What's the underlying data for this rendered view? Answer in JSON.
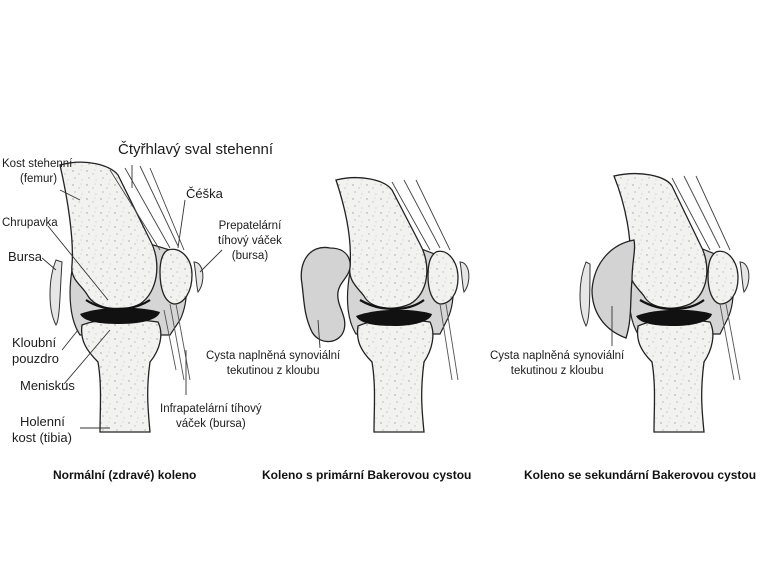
{
  "labels": {
    "quadriceps": "Čtyřhlavý sval stehenní",
    "femur_line1": "Kost stehenní",
    "femur_line2": "(femur)",
    "patella": "Čéška",
    "cartilage": "Chrupavka",
    "prepatellar_line1": "Prepatelární",
    "prepatellar_line2": "tíhový váček",
    "prepatellar_line3": "(bursa)",
    "bursa": "Bursa",
    "capsule_line1": "Kloubní",
    "capsule_line2": "pouzdro",
    "meniscus": "Meniskus",
    "tibia_line1": "Holenní",
    "tibia_line2": "kost (tibia)",
    "infrapatellar_line1": "Infrapatelární tíhový",
    "infrapatellar_line2": "váček (bursa)",
    "cyst1_line1": "Cysta naplněná synoviální",
    "cyst1_line2": "tekutinou z kloubu",
    "cyst2_line1": "Cysta naplněná synoviální",
    "cyst2_line2": "tekutinou z kloubu"
  },
  "captions": {
    "normal": "Normální (zdravé) koleno",
    "primary": "Koleno s primární Bakerovou cystou",
    "secondary": "Koleno se sekundární Bakerovou cystou"
  },
  "colors": {
    "bone": "#f1f1ef",
    "joint_fluid": "#d5d5d5",
    "cyst": "#d3d3d3",
    "cartilage": "#111111",
    "outline": "#222222"
  }
}
